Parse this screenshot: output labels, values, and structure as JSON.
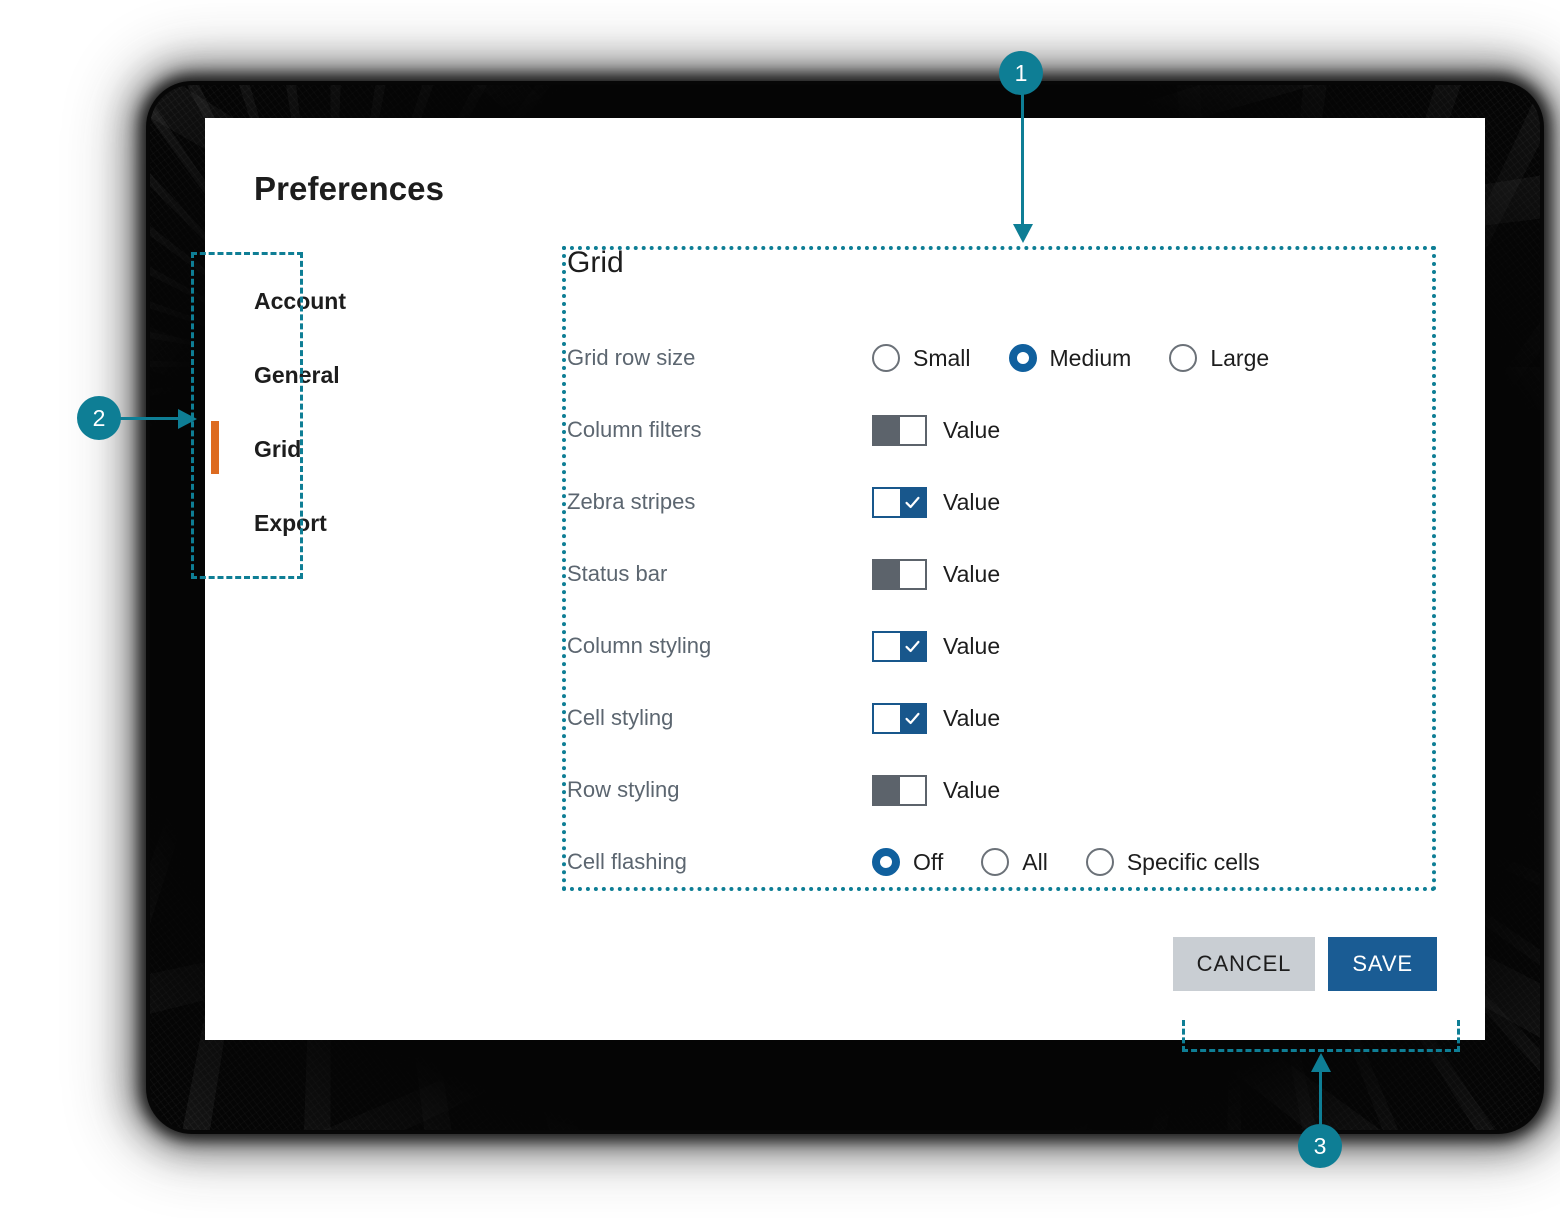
{
  "dialog": {
    "title": "Preferences",
    "nav": {
      "items": [
        {
          "label": "Account",
          "active": false
        },
        {
          "label": "General",
          "active": false
        },
        {
          "label": "Grid",
          "active": true
        },
        {
          "label": "Export",
          "active": false
        }
      ]
    },
    "panel": {
      "title": "Grid",
      "rows": [
        {
          "label": "Grid row size",
          "type": "radio",
          "options": [
            {
              "label": "Small",
              "checked": false
            },
            {
              "label": "Medium",
              "checked": true
            },
            {
              "label": "Large",
              "checked": false
            }
          ]
        },
        {
          "label": "Column filters",
          "type": "toggle",
          "on": false,
          "value_label": "Value"
        },
        {
          "label": "Zebra stripes",
          "type": "toggle",
          "on": true,
          "value_label": "Value"
        },
        {
          "label": "Status bar",
          "type": "toggle",
          "on": false,
          "value_label": "Value"
        },
        {
          "label": "Column styling",
          "type": "toggle",
          "on": true,
          "value_label": "Value"
        },
        {
          "label": "Cell styling",
          "type": "toggle",
          "on": true,
          "value_label": "Value"
        },
        {
          "label": "Row styling",
          "type": "toggle",
          "on": false,
          "value_label": "Value"
        },
        {
          "label": "Cell flashing",
          "type": "radio",
          "options": [
            {
              "label": "Off",
              "checked": true
            },
            {
              "label": "All",
              "checked": false
            },
            {
              "label": "Specific cells",
              "checked": false
            }
          ]
        }
      ]
    },
    "footer": {
      "cancel_label": "CANCEL",
      "save_label": "SAVE"
    }
  },
  "annotations": {
    "markers": [
      {
        "number": "1",
        "target": "settings-panel-region"
      },
      {
        "number": "2",
        "target": "navigation-region"
      },
      {
        "number": "3",
        "target": "action-buttons-region"
      }
    ]
  },
  "colors": {
    "accent_blue": "#1a5c94",
    "radio_blue": "#10609e",
    "toggle_off_gray": "#5c636b",
    "active_nav_orange": "#dd6b20",
    "annotation_teal": "#0e7e95",
    "cancel_gray": "#c9ced3",
    "label_gray": "#5c6670",
    "text_dark": "#1d1d1d"
  }
}
